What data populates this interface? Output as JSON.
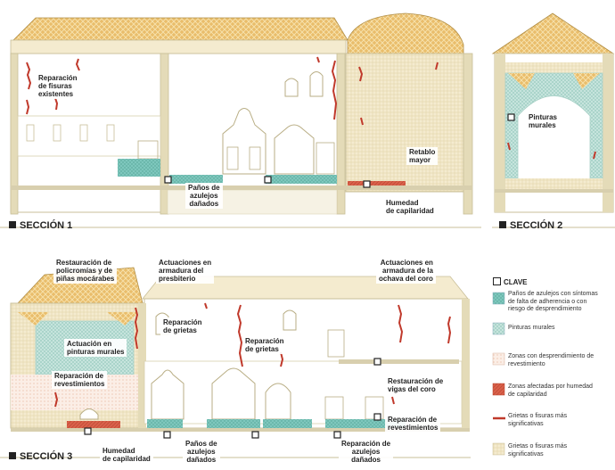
{
  "section_titles": {
    "s1": "SECCIÓN 1",
    "s2": "SECCIÓN 2",
    "s3": "SECCIÓN 3"
  },
  "labels": {
    "s1_fisuras": "Reparación\nde fisuras\nexistentes",
    "s1_panos": "Paños de\nazulejos\ndañados",
    "s1_retablo": "Retablo\nmayor",
    "s1_humedad": "Humedad\nde capilaridad",
    "s2_pinturas": "Pinturas\nmurales",
    "s3_policromias": "Restauración de\npolicromías y de\npiñas mocárabes",
    "s3_armadura_presbiterio": "Actuaciones en\narmadura del\npresbiterio",
    "s3_armadura_coro": "Actuaciones en\narmadura de la\nochava del coro",
    "s3_grietas1": "Reparación\nde grietas",
    "s3_grietas2": "Reparación\nde grietas",
    "s3_pinturas": "Actuación en\npinturas murales",
    "s3_revestimientos1": "Reparación de\nrevestimientos",
    "s3_vigas": "Restauración de\nvigas del coro",
    "s3_revestimientos2": "Reparación de\nrevestimientos",
    "s3_humedad": "Humedad\nde capilaridad",
    "s3_panos": "Paños de\nazulejos\ndañados",
    "s3_reparacion_azulejos": "Reparación de\nazulejos\ndañados"
  },
  "legend": {
    "title": "CLAVE",
    "items": [
      {
        "text": "Paños de azulejos con síntomas\nde falta de adherencia o con\nriesgo de desprendimiento",
        "color": "#7ec7bd",
        "kind": "teal"
      },
      {
        "text": "Pinturas murales",
        "color": "#b9ddd5",
        "kind": "lightteal"
      },
      {
        "text": "Zonas con desprendimiento de\nrevestimiento",
        "color": "#f6e2d7",
        "kind": "peach"
      },
      {
        "text": "Zonas afectadas por humedad\nde capilaridad",
        "color": "#d9604a",
        "kind": "damp"
      },
      {
        "text": "Grietas o fisuras más\nsignificativas",
        "color": "#c0392b",
        "kind": "crack"
      },
      {
        "text": "Grietas o fisuras más\nsignificativas",
        "color": "#f2e6c4",
        "kind": "cream"
      }
    ]
  },
  "colors": {
    "wall": "#c9bf98",
    "roof": "#e7b863",
    "teal": "#7ec7bd",
    "crack": "#c0392b",
    "damp": "#d9604a"
  }
}
